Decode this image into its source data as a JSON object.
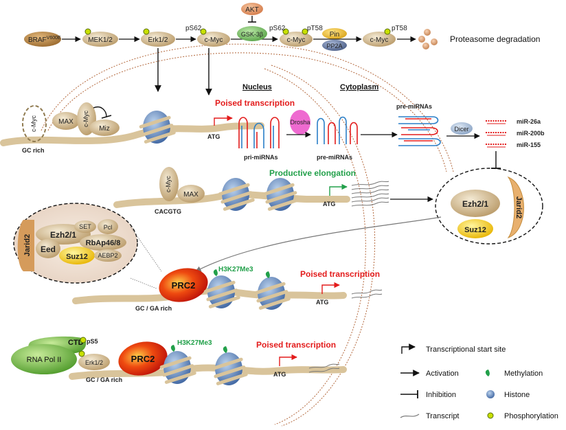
{
  "top_chain": {
    "braf": "BRAF",
    "braf_sup": "V600E",
    "mek": "MEK1/2",
    "erk": "Erk1/2",
    "cmyc1": "c-Myc",
    "ps62_1": "pS62",
    "akt": "AKT",
    "gsk": "GSK-3β",
    "ps62_2": "pS62",
    "pt58_1": "pT58",
    "cmyc2": "c-Myc",
    "pin": "Pin",
    "pp2a": "PP2A",
    "cmyc3": "c-Myc",
    "pt58_2": "pT58",
    "proteasome": "Proteasome degradation"
  },
  "compartments": {
    "nucleus": "Nucleus",
    "cytoplasm": "Cytoplasm"
  },
  "row1": {
    "cmyc_dashed": "c-Myc",
    "max": "MAX",
    "cmyc": "c-Myc",
    "miz": "Miz",
    "gc_rich": "GC rich",
    "atg": "ATG",
    "poised": "Poised transcription",
    "pri_mirnas": "pri-miRNAs",
    "drosha": "Drosha",
    "pre_mirnas_nuc": "pre-miRNAs",
    "pre_mirnas_cyto": "pre-miRNAs",
    "dicer": "Dicer",
    "mir26a": "miR-26a",
    "mir200b": "miR-200b",
    "mir155": "miR-155"
  },
  "row2": {
    "cmyc": "c-Myc",
    "max": "MAX",
    "cacgtg": "CACGTG",
    "productive": "Productive elongation",
    "atg": "ATG",
    "ezh2": "Ezh2/1",
    "jarid2": "Jarid2",
    "suz12": "Suz12"
  },
  "complex": {
    "jarid2": "Jarid2",
    "ezh2": "Ezh2/1",
    "set": "SET",
    "pcl": "Pcl",
    "eed": "Eed",
    "rbap": "RbAp46/8",
    "suz12": "Suz12",
    "aebp2": "AEBP2"
  },
  "row3": {
    "prc2": "PRC2",
    "h3k27": "H3K27Me3",
    "poised": "Poised transcription",
    "gc_ga": "GC  /  GA  rich",
    "atg": "ATG"
  },
  "row4": {
    "ctd": "CTD",
    "ps5": "pS5",
    "rnapol": "RNA Pol II",
    "erk": "Erk1/2",
    "prc2": "PRC2",
    "h3k27": "H3K27Me3",
    "poised": "Poised transcription",
    "gc_ga": "GC  /  GA  rich",
    "atg": "ATG"
  },
  "legend": {
    "tss": "Transcriptional start site",
    "activation": "Activation",
    "methylation": "Methylation",
    "inhibition": "Inhibition",
    "histone": "Histone",
    "transcript": "Transcript",
    "phosphorylation": "Phosphorylation"
  },
  "colors": {
    "tan": "#d9c49b",
    "protein_tan": "#cdb58c",
    "red_accent": "#e31b1b",
    "green_accent": "#22a04a",
    "histone_blue": "#5d86bd",
    "drosha_pink": "#ee6ad0",
    "prc2_red": "#d9140e",
    "rnapol_green": "#5cb33a",
    "suz12_yellow": "#f2c500",
    "phospho_yellow": "#c8e000"
  }
}
